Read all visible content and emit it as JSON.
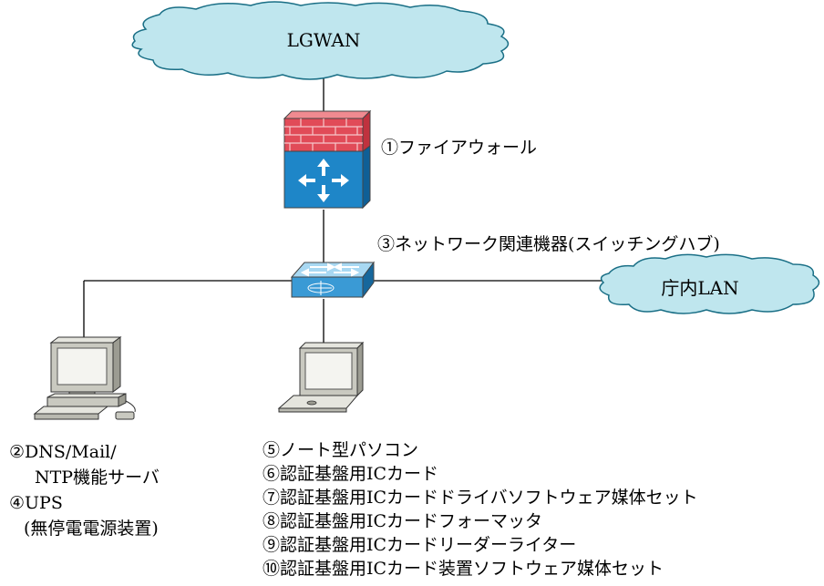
{
  "clouds": {
    "wan": "LGWAN",
    "lan": "庁内LAN"
  },
  "labels": {
    "firewall": "①ファイアウォール",
    "switch": "③ネットワーク関連機器(スイッチングハブ)"
  },
  "left_list": [
    "②DNS/Mail/",
    "NTP機能サーバ",
    "④UPS",
    "(無停電電源装置)"
  ],
  "center_list": [
    "⑤ノート型パソコン",
    "⑥認証基盤用ICカード",
    "⑦認証基盤用ICカードドライバソフトウェア媒体セット",
    "⑧認証基盤用ICカードフォーマッタ",
    "⑨認証基盤用ICカードリーダーライター",
    "⑩認証基盤用ICカード装置ソフトウェア媒体セット"
  ],
  "colors": {
    "cloud_fill": "#bfe6ee",
    "brick_red": "#e14b58",
    "device_blue": "#1e86c8",
    "switch_blue": "#3a9ad5",
    "computer_gray": "#c9c9c0"
  },
  "icons": [
    "cloud",
    "firewall",
    "switch",
    "desktop-computer",
    "laptop"
  ]
}
